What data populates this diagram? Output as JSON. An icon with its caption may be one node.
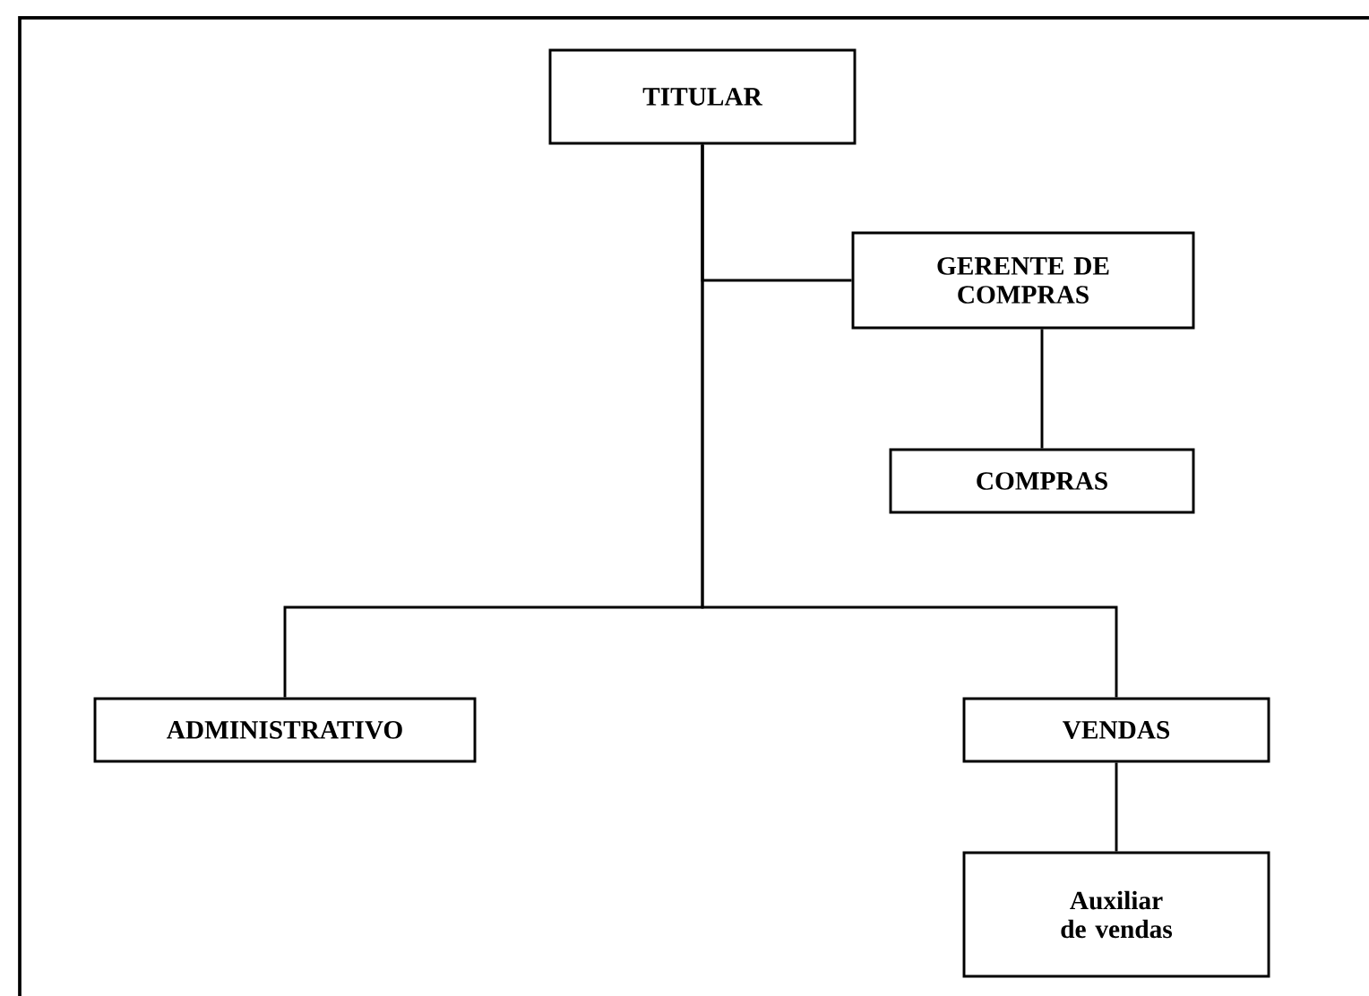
{
  "diagram": {
    "nodes": [
      {
        "text": [
          "TITULAR"
        ]
      },
      {
        "text": [
          "GERENTE DE COMPRAS"
        ]
      },
      {
        "text": [
          "COMPRAS"
        ]
      },
      {
        "text": [
          "ADMINISTRATIVO"
        ]
      },
      {
        "text": [
          "VENDAS"
        ]
      },
      {
        "text": [
          "Auxiliar de vendas"
        ]
      }
    ],
    "edges": [
      {
        "from": 0,
        "to": 1,
        "arrow": "none"
      },
      {
        "from": 1,
        "to": 2,
        "arrow": "none"
      },
      {
        "from": 0,
        "to": 3,
        "arrow": "none"
      },
      {
        "from": 0,
        "to": 4,
        "arrow": "none"
      },
      {
        "from": 4,
        "to": 5,
        "arrow": "none"
      }
    ]
  }
}
